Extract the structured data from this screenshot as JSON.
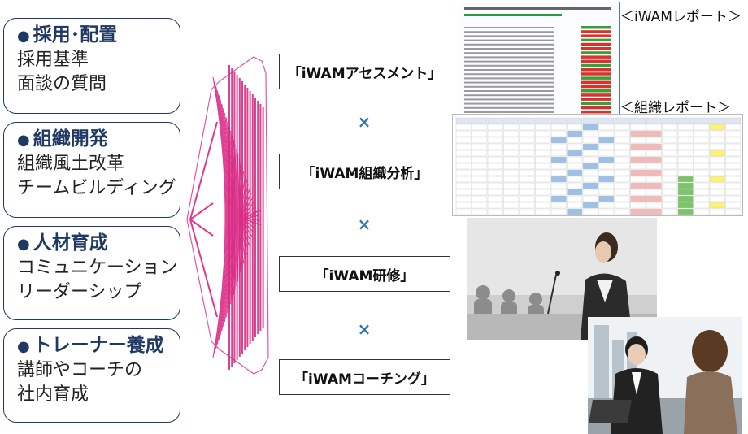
{
  "cards": [
    {
      "title": "採用･配置",
      "lines": [
        "採用基準",
        "面談の質問"
      ]
    },
    {
      "title": "組織開発",
      "lines": [
        "組織風土改革",
        "チームビルディング"
      ]
    },
    {
      "title": "人材育成",
      "lines": [
        "コミュニケーション",
        "リーダーシップ"
      ]
    },
    {
      "title": "トレーナー養成",
      "lines": [
        "講師やコーチの",
        "社内育成"
      ]
    }
  ],
  "bullet": "●",
  "products": [
    "「iWAMアセスメント」",
    "「iWAM組織分析」",
    "「iWAM研修」",
    "「iWAMコーチング」"
  ],
  "times": "×",
  "labels": {
    "iwam_report": "＜iWAMレポート＞",
    "org_report": "＜組織レポート＞"
  },
  "colors": {
    "navy": "#1f3864",
    "accent_blue": "#2e75b6",
    "arrow_pink": "#e0388f"
  }
}
